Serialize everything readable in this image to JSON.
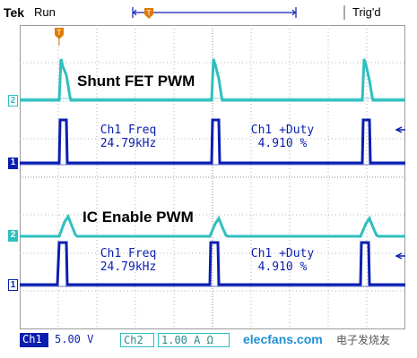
{
  "header": {
    "brand": "Tek",
    "state": "Run",
    "trigger_status": "Trig'd"
  },
  "colors": {
    "ch1": "#0a1fb0",
    "ch2": "#2fbfbf",
    "grid": "#9a9a9a",
    "trigger_marker": "#e07b00"
  },
  "channels": {
    "ch2_marker_top": "2",
    "ch1_marker_top": "1",
    "ch2_marker_bottom": "2",
    "ch1_marker_bottom": "1"
  },
  "top_panel": {
    "title": "Shunt FET PWM",
    "freq_label": "Ch1 Freq",
    "freq_value": "24.79kHz",
    "duty_label": "Ch1 +Duty",
    "duty_value": "4.910 %"
  },
  "bottom_panel": {
    "title": "IC Enable PWM",
    "freq_label": "Ch1 Freq",
    "freq_value": "24.79kHz",
    "duty_label": "Ch1 +Duty",
    "duty_value": "4.910 %"
  },
  "footer": {
    "ch1_label": "Ch1",
    "ch1_scale": "5.00 V",
    "ch2_label": "Ch2",
    "ch2_scale": "1.00 A Ω",
    "watermark": "elecfans.com",
    "watermark_cn": "电子发烧友"
  },
  "icons": {
    "trigger_marker": "trigger-t-icon",
    "record_bracket": "record-bracket-icon",
    "ref_arrow": "reference-arrow-icon"
  }
}
